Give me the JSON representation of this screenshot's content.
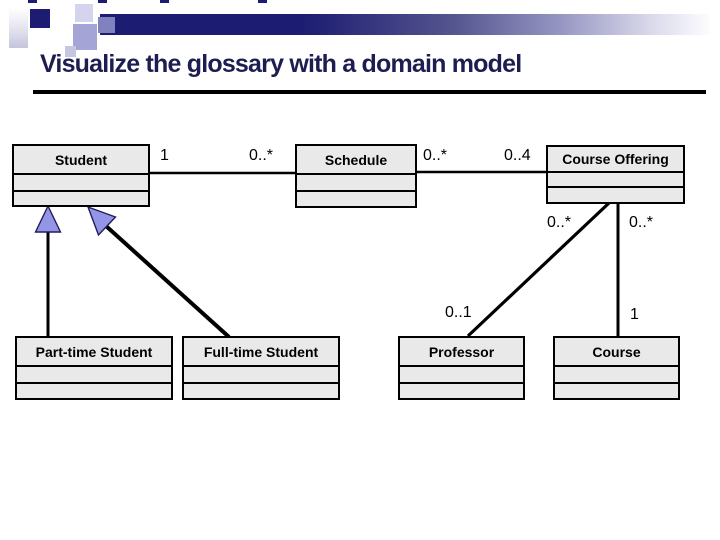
{
  "slide": {
    "title": "Visualize the glossary with a domain model"
  },
  "colors": {
    "title_text": "#1d1d52",
    "accent_navy": "#1c1c72",
    "box_fill": "#e9e9e9",
    "box_border": "#000000",
    "arrowhead_fill": "#9595e8",
    "line": "#000000"
  },
  "diagram": {
    "classes": [
      {
        "name": "Student"
      },
      {
        "name": "Schedule"
      },
      {
        "name": "Course Offering"
      },
      {
        "name": "Part-time Student"
      },
      {
        "name": "Full-time Student"
      },
      {
        "name": "Professor"
      },
      {
        "name": "Course"
      }
    ],
    "associations": [
      {
        "from": "Student",
        "to": "Schedule",
        "from_multiplicity": "1",
        "to_multiplicity": "0..*"
      },
      {
        "from": "Schedule",
        "to": "Course Offering",
        "from_multiplicity": "0..*",
        "to_multiplicity": "0..4"
      },
      {
        "from": "Course Offering",
        "to": "Professor",
        "from_multiplicity": "0..*",
        "to_multiplicity": "0..1"
      },
      {
        "from": "Course Offering",
        "to": "Course",
        "from_multiplicity": "0..*",
        "to_multiplicity": "1"
      }
    ],
    "generalizations": [
      {
        "from": "Part-time Student",
        "to": "Student"
      },
      {
        "from": "Full-time Student",
        "to": "Student"
      }
    ],
    "multiplicity_labels": [
      {
        "text": "1"
      },
      {
        "text": "0..*"
      },
      {
        "text": "0..*"
      },
      {
        "text": "0..4"
      },
      {
        "text": "0..*"
      },
      {
        "text": "0..*"
      },
      {
        "text": "0..1"
      },
      {
        "text": "1"
      }
    ]
  }
}
